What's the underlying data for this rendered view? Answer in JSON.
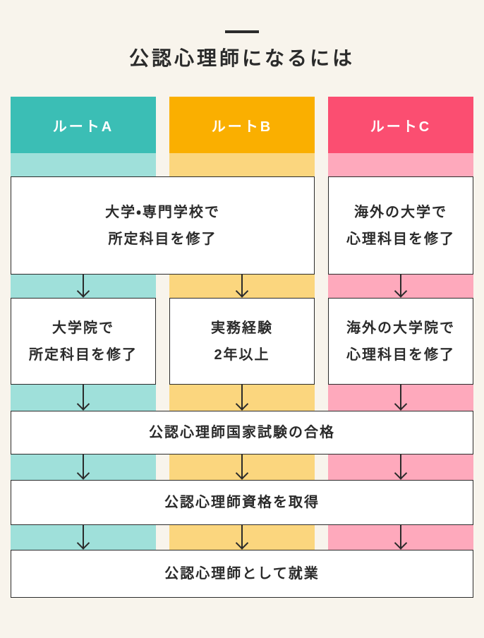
{
  "title": {
    "text": "公認心理師になるには"
  },
  "routes": [
    {
      "label": "ルートA",
      "color": "#3BBEB5",
      "light_color": "#9FE0DA"
    },
    {
      "label": "ルートB",
      "color": "#FAAF00",
      "light_color": "#FBD67E"
    },
    {
      "label": "ルートC",
      "color": "#FB4E71",
      "light_color": "#FEA9BC"
    }
  ],
  "steps": {
    "university_ab": {
      "lines": [
        "大学・専門学校で",
        "所定科目を修了"
      ]
    },
    "overseas_university_c": {
      "lines": [
        "海外の大学で",
        "心理科目を修了"
      ]
    },
    "grad_school_a": {
      "lines": [
        "大学院で",
        "所定科目を修了"
      ]
    },
    "work_experience_b": {
      "lines": [
        "実務経験",
        "2年以上"
      ]
    },
    "overseas_grad_school_c": {
      "lines": [
        "海外の大学院で",
        "心理科目を修了"
      ]
    },
    "exam": "公認心理師国家試験の合格",
    "license": "公認心理師資格を取得",
    "employment": "公認心理師として就業"
  },
  "icons": {
    "down_arrow": "↓"
  },
  "colors": {
    "background": "#F8F4EC",
    "box_background": "#FFFFFF",
    "border": "#2B2B2B",
    "text": "#2B2B2B",
    "header_text": "#FFFFFF"
  }
}
